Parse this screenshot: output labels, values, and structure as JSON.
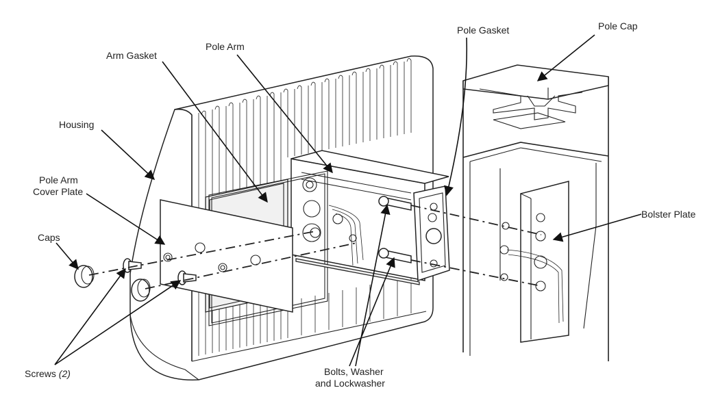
{
  "labels": {
    "pole_gasket": "Pole Gasket",
    "pole_cap": "Pole Cap",
    "arm_gasket": "Arm Gasket",
    "pole_arm": "Pole Arm",
    "housing": "Housing",
    "cover_plate_line1": "Pole Arm",
    "cover_plate_line2": "Cover Plate",
    "bolster_plate": "Bolster Plate",
    "caps": "Caps",
    "screws": "Screws",
    "screws_count": "(2)",
    "bolts_line1": "Bolts, Washer",
    "bolts_line2": "and Lockwasher"
  },
  "colors": {
    "line": "#222222",
    "background": "#ffffff"
  }
}
